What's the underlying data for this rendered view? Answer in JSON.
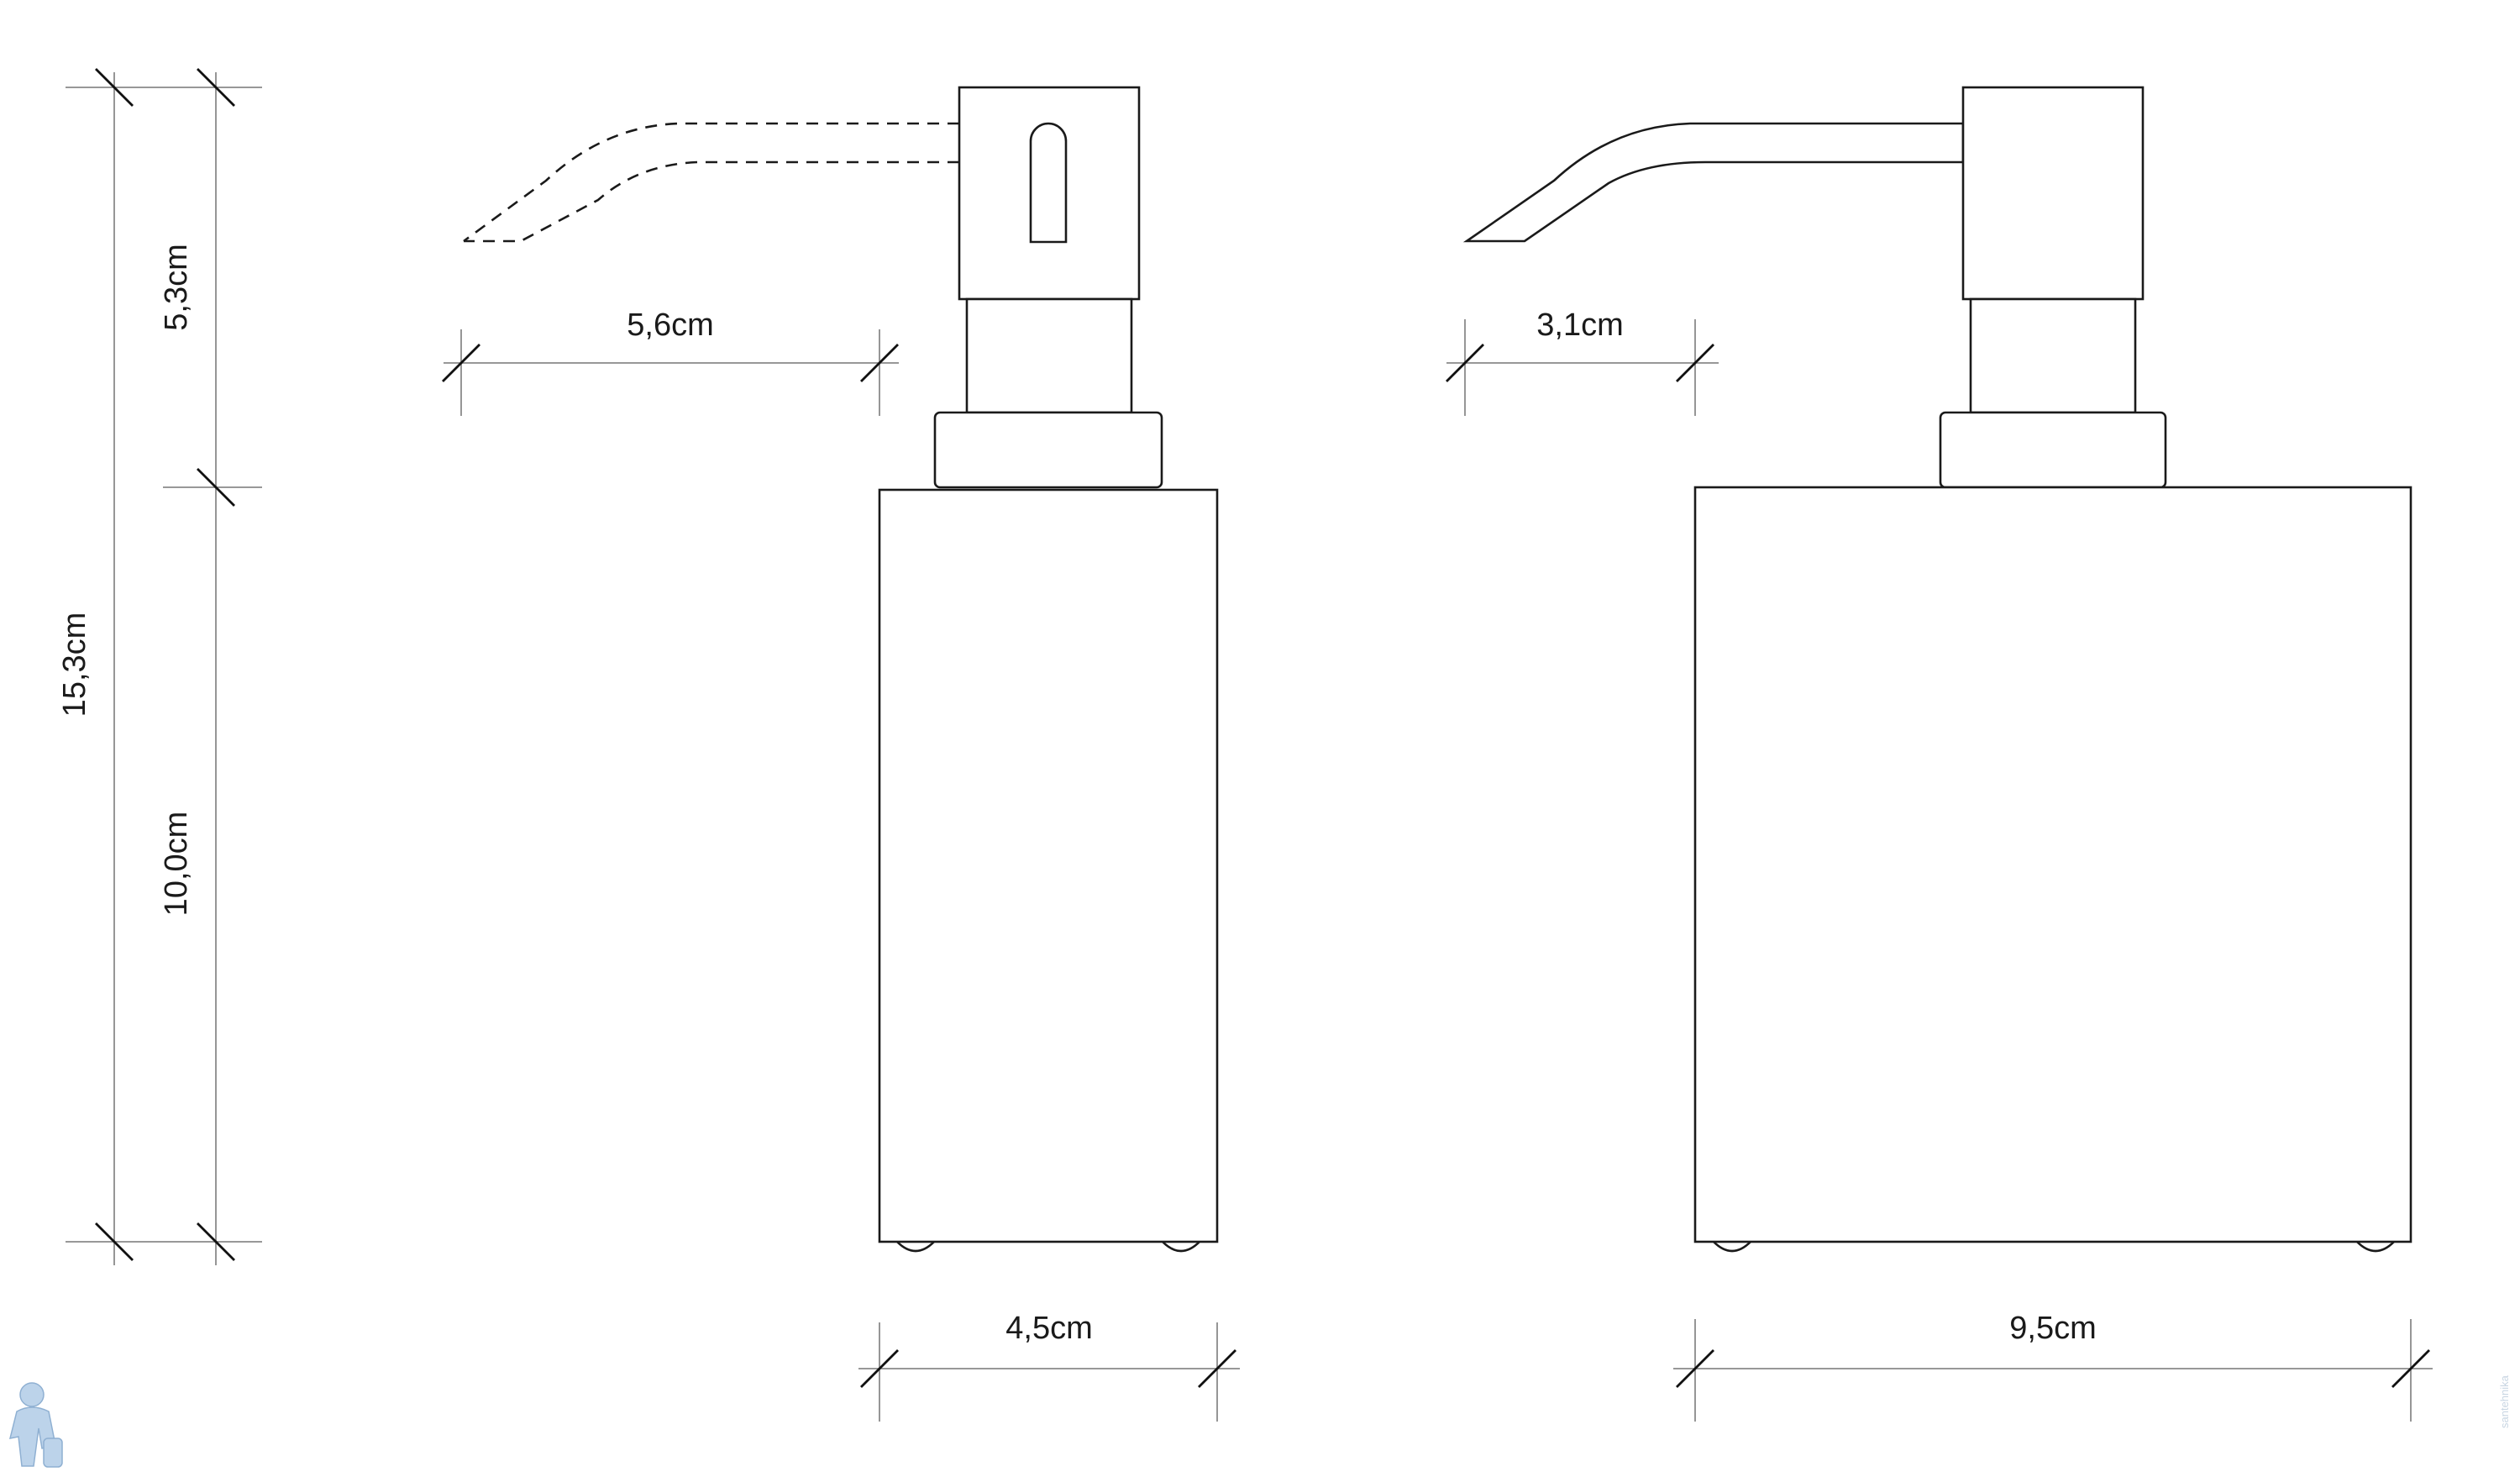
{
  "dimensions": {
    "total_height": "15,3cm",
    "top_height": "5,3cm",
    "bottom_height": "10,0cm",
    "narrow_spout_reach": "5,6cm",
    "narrow_width": "4,5cm",
    "wide_spout_reach": "3,1cm",
    "wide_width": "9,5cm"
  },
  "logo": {
    "icon": "plumber-figure-icon"
  },
  "colors": {
    "line": "#1a1a1a",
    "dimension_line": "#8a8a8a",
    "logo": "#bcd3ea"
  }
}
